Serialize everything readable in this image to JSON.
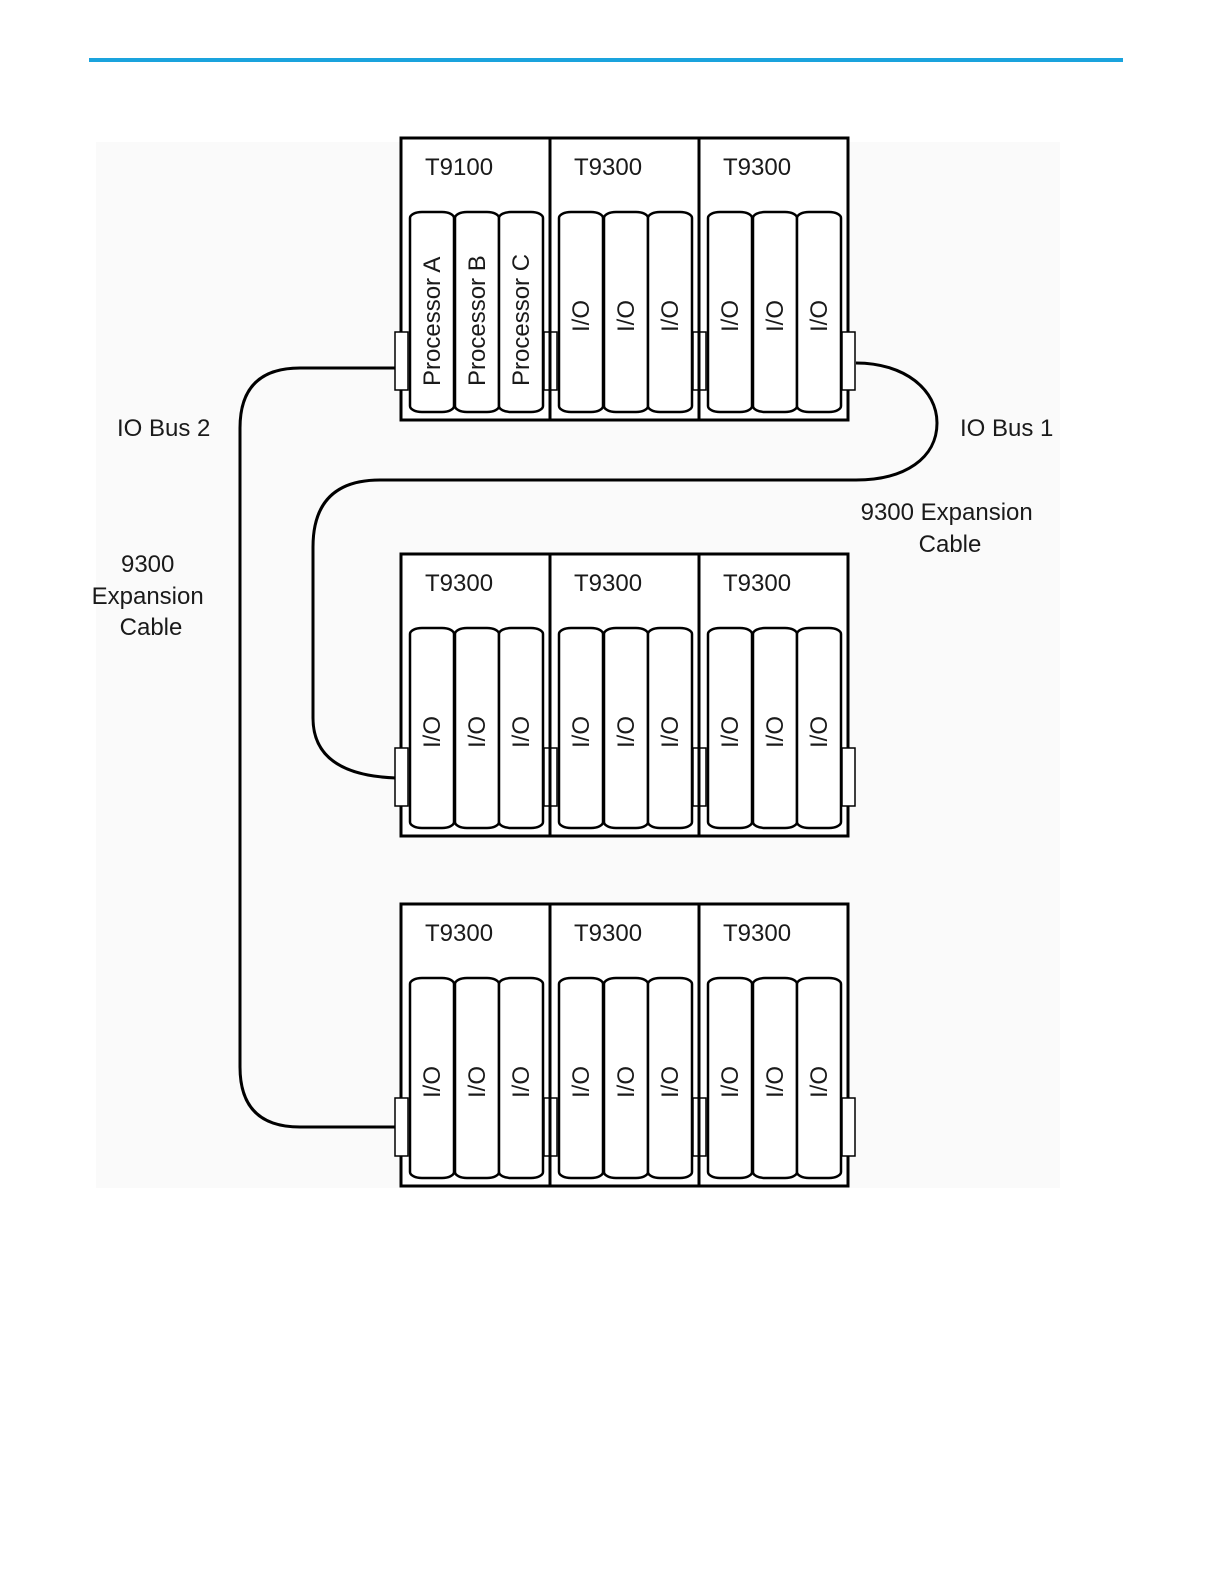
{
  "colors": {
    "accent_rule": "#1aa3dd",
    "panel_background": "#fafafa",
    "line": "#000000"
  },
  "chassis_rows": [
    {
      "name": "top-row",
      "chassis": [
        {
          "label": "T9100",
          "modules": [
            "Processor A",
            "Processor B",
            "Processor C"
          ]
        },
        {
          "label": "T9300",
          "modules": [
            "I/O",
            "I/O",
            "I/O"
          ]
        },
        {
          "label": "T9300",
          "modules": [
            "I/O",
            "I/O",
            "I/O"
          ]
        }
      ]
    },
    {
      "name": "middle-row",
      "chassis": [
        {
          "label": "T9300",
          "modules": [
            "I/O",
            "I/O",
            "I/O"
          ]
        },
        {
          "label": "T9300",
          "modules": [
            "I/O",
            "I/O",
            "I/O"
          ]
        },
        {
          "label": "T9300",
          "modules": [
            "I/O",
            "I/O",
            "I/O"
          ]
        }
      ]
    },
    {
      "name": "bottom-row",
      "chassis": [
        {
          "label": "T9300",
          "modules": [
            "I/O",
            "I/O",
            "I/O"
          ]
        },
        {
          "label": "T9300",
          "modules": [
            "I/O",
            "I/O",
            "I/O"
          ]
        },
        {
          "label": "T9300",
          "modules": [
            "I/O",
            "I/O",
            "I/O"
          ]
        }
      ]
    }
  ],
  "labels": {
    "io_bus_2": "IO Bus 2",
    "io_bus_1": "IO Bus 1",
    "left_cable": [
      "9300",
      "Expansion",
      "Cable"
    ],
    "right_cable": [
      "9300 Expansion",
      "Cable"
    ]
  }
}
